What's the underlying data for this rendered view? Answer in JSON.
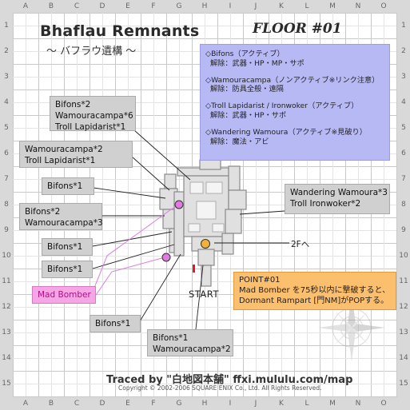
{
  "map": {
    "title": "Bhaflau Remnants",
    "subtitle": "～ バフラウ遺構 ～",
    "floor": "FLOOR #01",
    "columns": [
      "A",
      "B",
      "C",
      "D",
      "E",
      "F",
      "G",
      "H",
      "I",
      "J",
      "K",
      "L",
      "M",
      "N",
      "O"
    ],
    "rows": [
      "1",
      "2",
      "3",
      "4",
      "5",
      "6",
      "7",
      "8",
      "9",
      "10",
      "11",
      "12",
      "13",
      "14",
      "15"
    ],
    "start_label": "START",
    "exit_label": "2Fへ",
    "colors": {
      "info_panel": "#b7b9f5",
      "label_box": "#d0d0d0",
      "nm_box": "#f6a6e6",
      "point_box": "#fbbf6e",
      "marker_pink": "#e07ae0",
      "marker_orange": "#f2b23a"
    }
  },
  "info": {
    "mobs": [
      {
        "name": "◇Bifons（アクティブ）",
        "weakness": "解除：武器・HP・MP・サポ"
      },
      {
        "name": "◇Wamouracampa（ノンアクティブ※リンク注意）",
        "weakness": "解除：防具全般・遠隔"
      },
      {
        "name": "◇Troll Lapidarist / Ironwoker（アクティブ）",
        "weakness": "解除：武器・HP・サポ"
      },
      {
        "name": "◇Wandering Wamoura（アクティブ※見破り）",
        "weakness": "解除：魔法・アビ"
      }
    ]
  },
  "labels": {
    "group1": [
      "Bifons*2",
      "Wamouracampa*6",
      "Troll Lapidarist*1"
    ],
    "group2": [
      "Wamouracampa*2",
      "Troll Lapidarist*1"
    ],
    "group3": [
      "Bifons*1"
    ],
    "group4": [
      "Bifons*2",
      "Wamouracampa*3"
    ],
    "group5": [
      "Bifons*1"
    ],
    "group6": [
      "Bifons*1"
    ],
    "group7": [
      "Mad Bomber"
    ],
    "group8": [
      "Bifons*1"
    ],
    "group9": [
      "Bifons*1",
      "Wamouracampa*2"
    ],
    "group10": [
      "Wandering Wamoura*3",
      "Troll Ironwoker*2"
    ]
  },
  "point": {
    "title": "POINT#01",
    "line1": "Mad Bomber を75秒以内に撃破すると、",
    "line2": "Dormant Rampart [門NM]がPOPする。"
  },
  "footer": {
    "credit": "Traced by \"白地図本舗\" ffxi.mululu.com/map",
    "copyright": "Copyright © 2002-2006 SQUARE ENIX Co., Ltd. All Rights Reserved."
  }
}
